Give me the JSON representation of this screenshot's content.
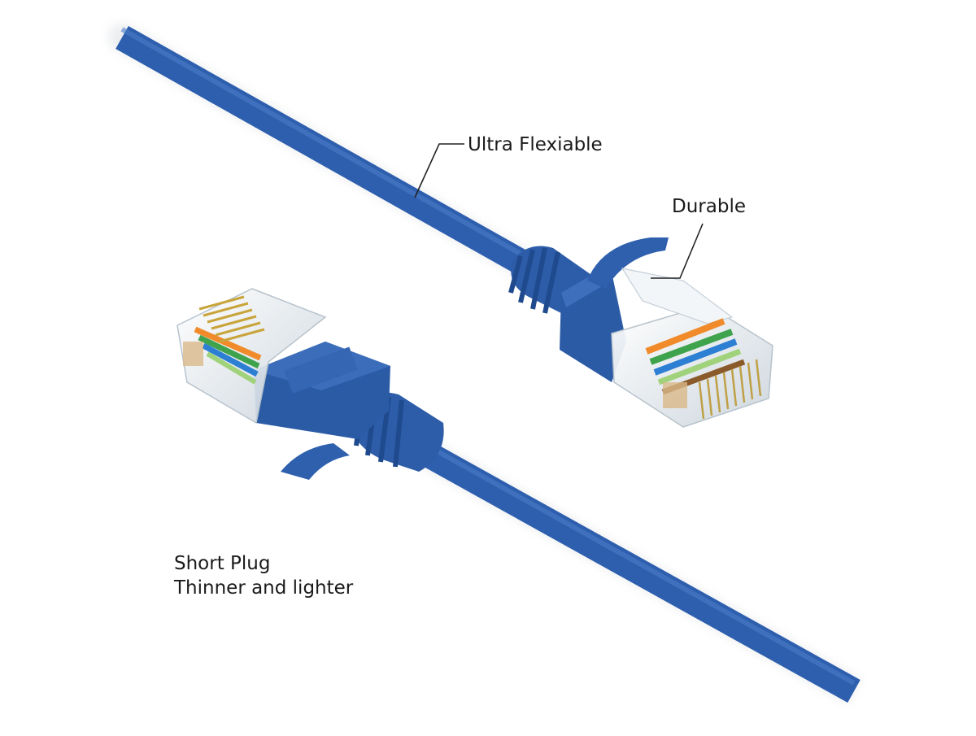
{
  "callouts": {
    "flexible": "Ultra Flexiable",
    "durable": "Durable",
    "short_plug_line1": "Short Plug",
    "short_plug_line2": "Thinner and lighter"
  },
  "colors": {
    "cable": "#2E5FAE",
    "cable_shadow": "#234C93",
    "cable_highlight": "#4A7CC8",
    "connector_clear": "#E9EEF2",
    "pin_gold": "#C9A43A",
    "leader_line": "#222222",
    "background": "#FFFFFF"
  },
  "wire_colors": [
    "#F08A2A",
    "#3FA34D",
    "#2D7FD3",
    "#E8E8E8",
    "#8B5A2B",
    "#9FD27A",
    "#F3C26A",
    "#6FB6E8"
  ]
}
